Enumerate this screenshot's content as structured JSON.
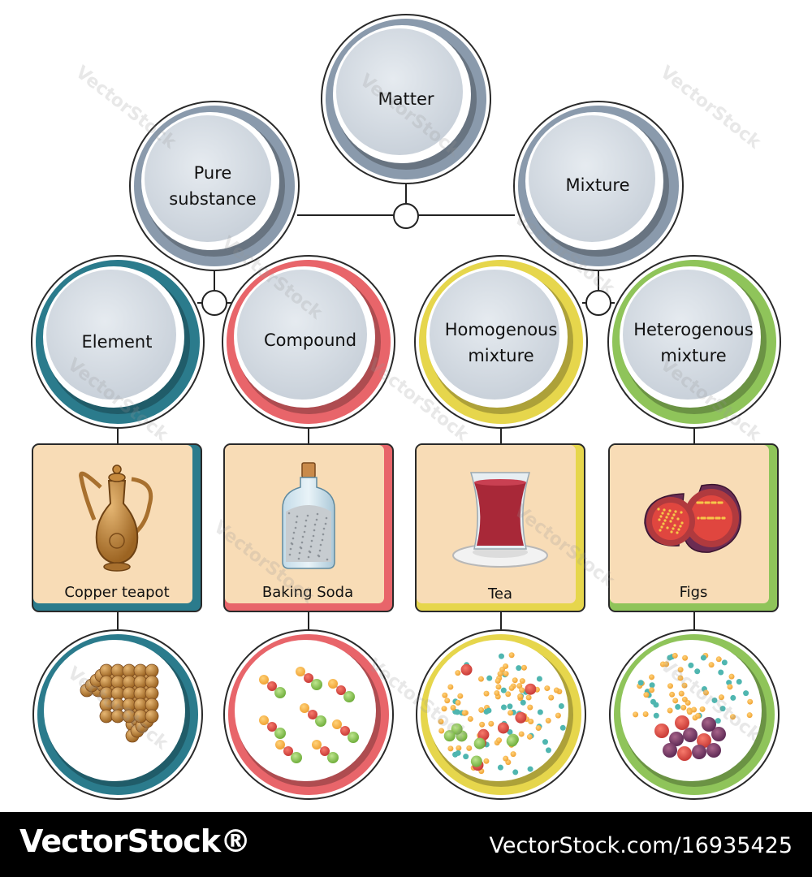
{
  "nodes": {
    "matter": {
      "lines": [
        "Matter"
      ],
      "ring": "#8a9aac"
    },
    "pure_substance": {
      "lines": [
        "Pure",
        "substance"
      ],
      "ring": "#8a9aac"
    },
    "mixture": {
      "lines": [
        "Mixture"
      ],
      "ring": "#8a9aac"
    },
    "element": {
      "lines": [
        "Element"
      ],
      "ring": "#2b7b8c"
    },
    "compound": {
      "lines": [
        "Compound"
      ],
      "ring": "#e8656a"
    },
    "homogenous": {
      "lines": [
        "Homogenous",
        "mixture"
      ],
      "ring": "#e6d64c"
    },
    "heterogenous": {
      "lines": [
        "Heterogenous",
        "mixture"
      ],
      "ring": "#8fc45a"
    }
  },
  "examples": [
    {
      "caption": "Copper teapot",
      "icon": "copper-teapot-icon",
      "accent": "#2b7b8c"
    },
    {
      "caption": "Baking Soda",
      "icon": "baking-soda-bottle-icon",
      "accent": "#e8656a"
    },
    {
      "caption": "Tea",
      "icon": "tea-glass-icon",
      "accent": "#e6d64c"
    },
    {
      "caption": "Figs",
      "icon": "figs-icon",
      "accent": "#8fc45a"
    }
  ],
  "colors": {
    "inner_fill": "#d5dbe2",
    "card_fill": "#f8dcb6",
    "connector": "#222222"
  },
  "watermark": "VectorStock",
  "footer": {
    "brand": "VectorStock®",
    "reference": "VectorStock.com/16935425"
  }
}
